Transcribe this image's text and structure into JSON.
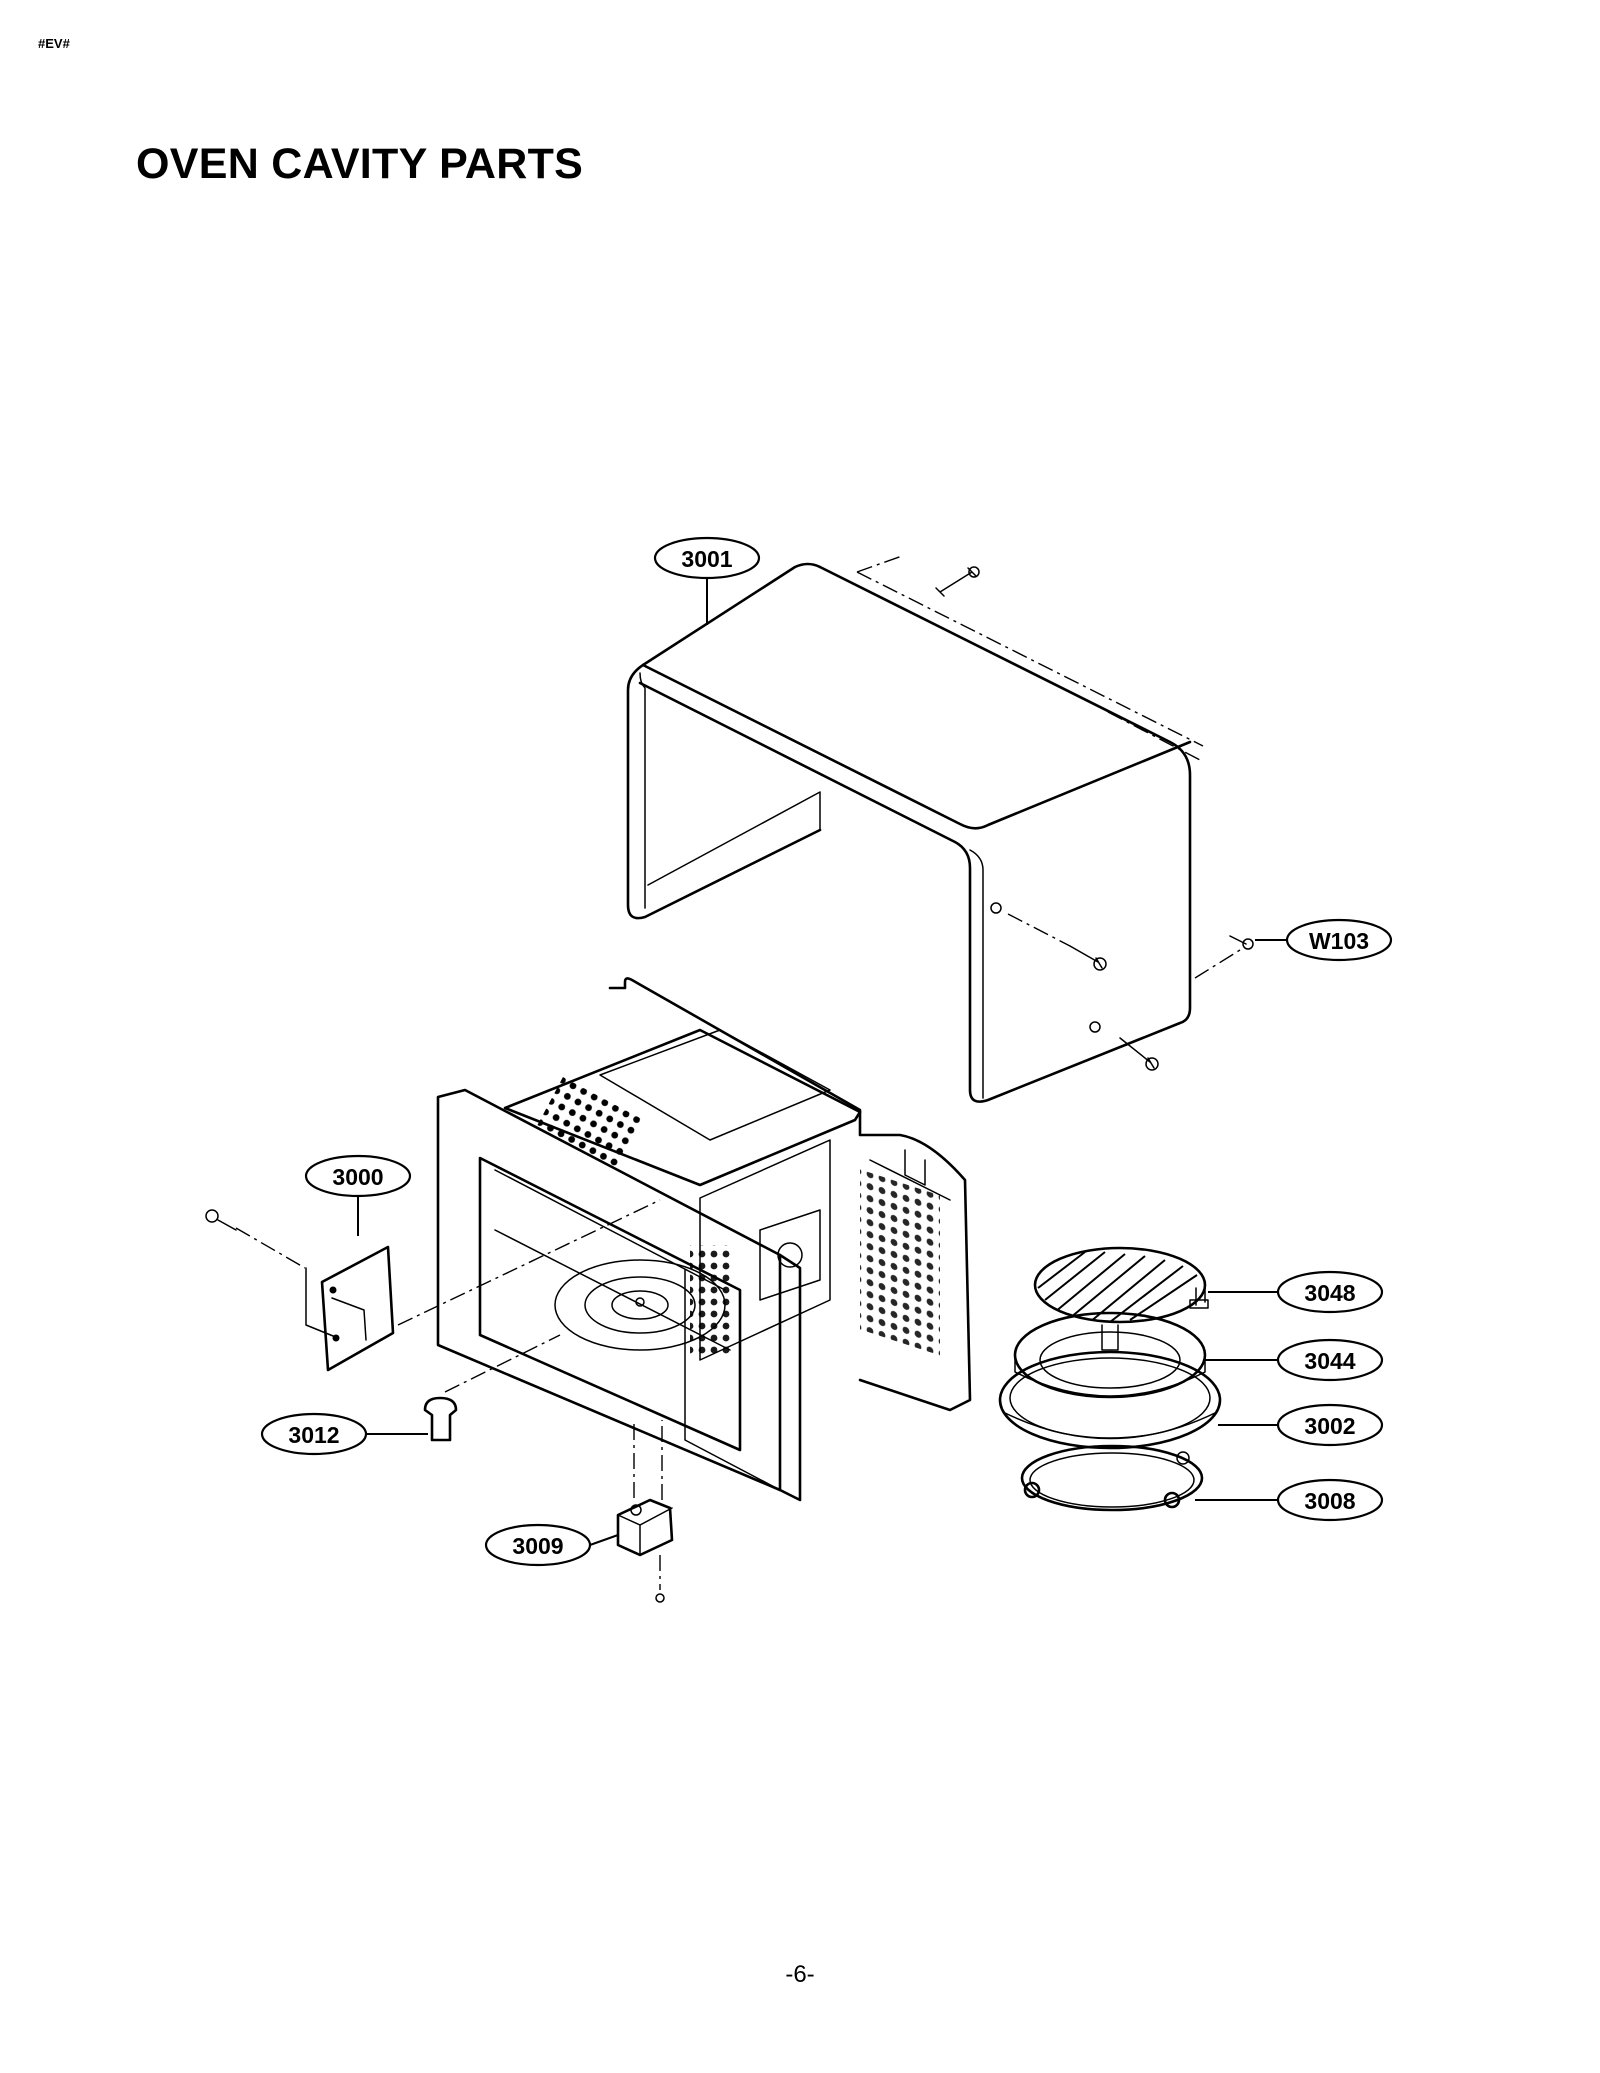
{
  "header": {
    "tag": "#EV#"
  },
  "title": "OVEN CAVITY PARTS",
  "page_number": "-6-",
  "callouts": {
    "c3001": "3001",
    "cW103": "W103",
    "c3000": "3000",
    "c3048": "3048",
    "c3044": "3044",
    "c3002": "3002",
    "c3008": "3008",
    "c3012": "3012",
    "c3009": "3009"
  }
}
